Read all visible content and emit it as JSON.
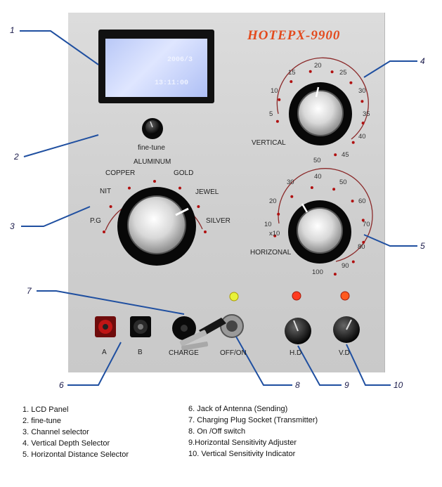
{
  "brand": "HOTEPX-9900",
  "lcd": {
    "line1": "2006/3",
    "line2": "13:11:00"
  },
  "fine_tune_label": "fine-tune",
  "channel_selector": {
    "positions": [
      "P.G",
      "NIT",
      "COPPER",
      "ALUMINUM",
      "GOLD",
      "JEWEL",
      "SILVER"
    ]
  },
  "vertical_dial": {
    "label": "VERTICAL",
    "ticks": [
      "5",
      "10",
      "15",
      "20",
      "25",
      "30",
      "35",
      "40",
      "45",
      "50"
    ]
  },
  "horizontal_dial": {
    "label": "HORIZONAL",
    "multiplier": "x10",
    "ticks": [
      "10",
      "20",
      "30",
      "40",
      "50",
      "60",
      "70",
      "80",
      "90",
      "100"
    ]
  },
  "jacks": {
    "a": "A",
    "b": "B",
    "charge": "CHARGE",
    "switch": "OFF/ON",
    "hd": "H.D",
    "vd": "V.D"
  },
  "indicator_colors": {
    "power": "#e8f23a",
    "hd": "#ff3b1f",
    "vd": "#ff5a1f",
    "brand": "#e34a1d",
    "callout": "#1f4fa0"
  },
  "callouts": [
    "1",
    "2",
    "3",
    "4",
    "5",
    "6",
    "7",
    "8",
    "9",
    "10"
  ],
  "legend_left": [
    "1. LCD Panel",
    "2. fine-tune",
    "3. Channel selector",
    "4. Vertical Depth Selector",
    "5. Horizontal Distance Selector"
  ],
  "legend_right": [
    "6.  Jack of Antenna (Sending)",
    "7. Charging Plug Socket (Transmitter)",
    "8. On /Off switch",
    "9.Horizontal Sensitivity Adjuster",
    "10. Vertical Sensitivity Indicator"
  ]
}
